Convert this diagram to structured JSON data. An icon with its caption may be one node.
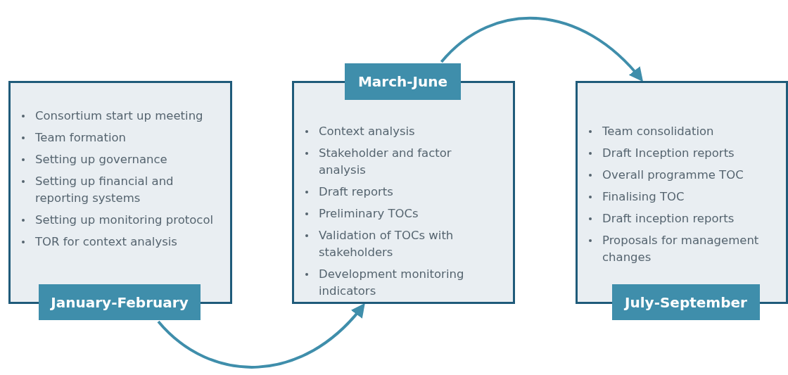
{
  "diagram": {
    "nodes": [
      {
        "text": [
          "Consortium start up meeting",
          "Team formation",
          "Setting up governance",
          "Setting up financial and reporting systems",
          "Setting up monitoring protocol",
          "TOR for context analysis",
          "January-February"
        ]
      },
      {
        "text": [
          "March-June",
          "Context analysis",
          "Stakeholder and factor analysis",
          "Draft reports",
          "Preliminary TOCs",
          "Validation of TOCs with stakeholders",
          "Development monitoring indicators"
        ]
      },
      {
        "text": [
          "Team consolidation",
          "Draft Inception reports",
          "Overall programme TOC",
          "Finalising TOC",
          "Draft inception reports",
          "Proposals for management changes",
          "July-September"
        ]
      }
    ],
    "edges": [
      {
        "from": 0,
        "to": 1,
        "arrow": "to"
      },
      {
        "from": 1,
        "to": 2,
        "arrow": "to"
      }
    ]
  }
}
